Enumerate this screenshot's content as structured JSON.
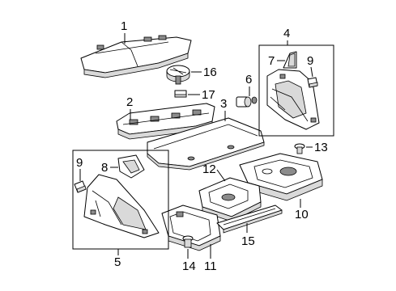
{
  "diagram": {
    "callouts": {
      "c1": "1",
      "c2": "2",
      "c3": "3",
      "c4": "4",
      "c5": "5",
      "c6": "6",
      "c7": "7",
      "c8": "8",
      "c9a": "9",
      "c9b": "9",
      "c10": "10",
      "c11": "11",
      "c12": "12",
      "c13": "13",
      "c14": "14",
      "c15": "15",
      "c16": "16",
      "c17": "17"
    }
  }
}
